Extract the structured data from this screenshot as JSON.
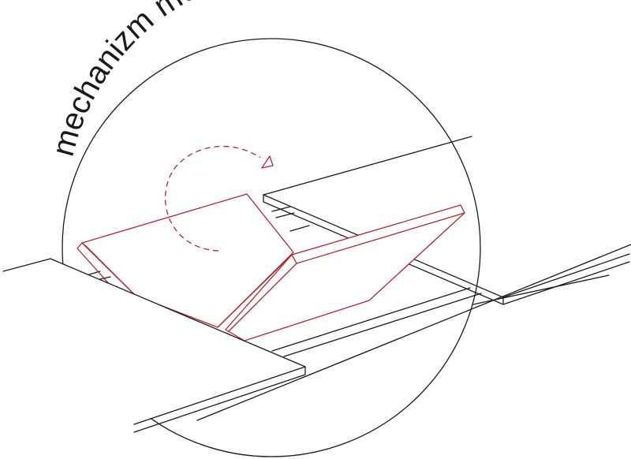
{
  "diagram": {
    "title": "mechanizm motylkowy",
    "colors": {
      "outline": "#1a1a1a",
      "mechanism": "#b3262e",
      "background": "#ffffff"
    },
    "elements": {
      "circle": "detail-magnifier-circle",
      "table_top_left": "extension-table-leaf-left",
      "table_top_right": "extension-table-leaf-right",
      "butterfly_leaf_left": "folding-leaf-left",
      "butterfly_leaf_right": "folding-leaf-right",
      "rotation_arrow": "rotation-arrow-dashed",
      "rails": "guide-rails"
    }
  }
}
